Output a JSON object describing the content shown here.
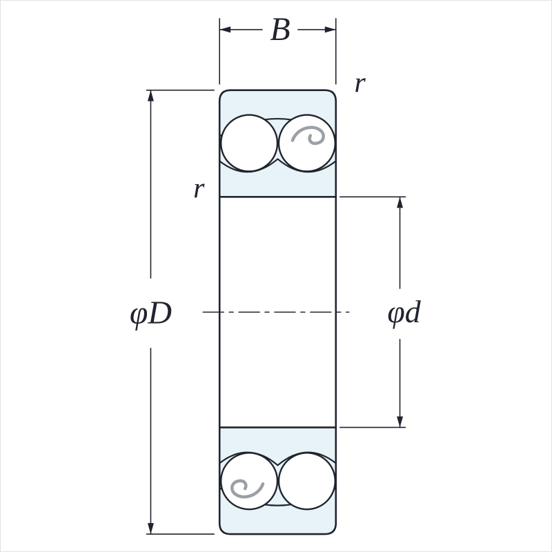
{
  "diagram": {
    "kind": "bearing-cross-section",
    "labels": {
      "width": "B",
      "corner_radius_outer": "r",
      "corner_radius_inner": "r",
      "outer_diameter": "φD",
      "bore_diameter": "φd"
    },
    "colors": {
      "line": "#20242e",
      "ring_fill": "#e8f3f8",
      "ball_fill": "#ffffff",
      "cage": "#9aa0a6",
      "background": "#ffffff"
    }
  }
}
